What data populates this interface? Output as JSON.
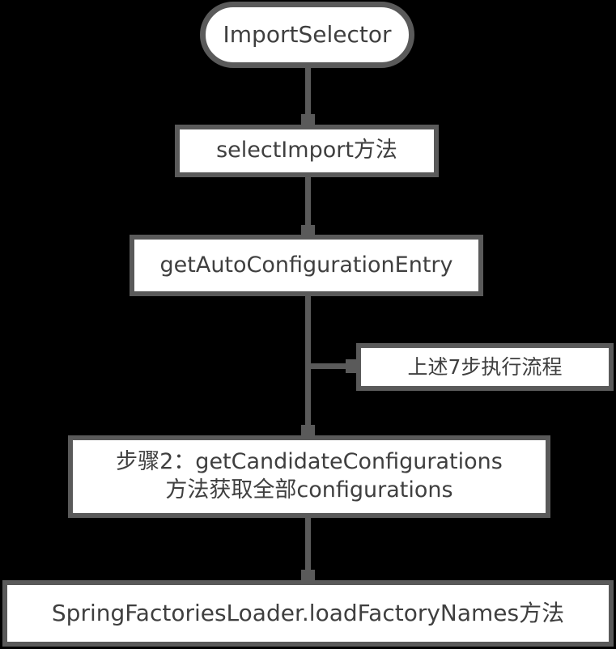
{
  "diagram": {
    "title": "ImportSelector auto-configuration flow",
    "background_color": "#000000",
    "node_fill_color": "#ffffff",
    "node_border_color": "#5a5a5a",
    "text_color": "#3f3f3f",
    "nodes": [
      {
        "id": "importselector",
        "shape": "terminal",
        "label": "ImportSelector"
      },
      {
        "id": "selectimport",
        "shape": "rectangle",
        "label": "selectImport方法"
      },
      {
        "id": "getautoconfig",
        "shape": "rectangle",
        "label": "getAutoConfigurationEntry"
      },
      {
        "id": "sevensteps",
        "shape": "rectangle",
        "label": "上述7步执行流程"
      },
      {
        "id": "candidateconfigs",
        "shape": "rectangle",
        "label": "步骤2：getCandidateConfigurations\n方法获取全部configurations"
      },
      {
        "id": "springfactories",
        "shape": "rectangle",
        "label": "SpringFactoriesLoader.loadFactoryNames方法"
      }
    ],
    "edges": [
      {
        "from": "importselector",
        "to": "selectimport",
        "direction": "down"
      },
      {
        "from": "selectimport",
        "to": "getautoconfig",
        "direction": "down"
      },
      {
        "from": "getautoconfig",
        "to": "candidateconfigs",
        "direction": "down"
      },
      {
        "from": "getautoconfig",
        "to": "sevensteps",
        "direction": "right"
      },
      {
        "from": "candidateconfigs",
        "to": "springfactories",
        "direction": "down"
      }
    ]
  }
}
